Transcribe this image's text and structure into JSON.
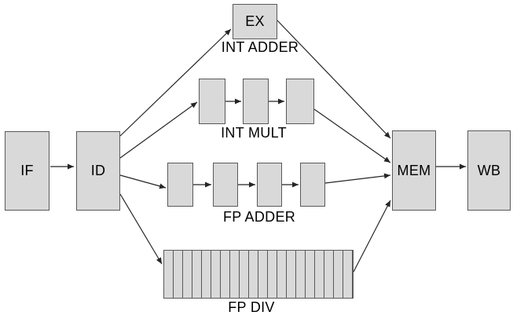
{
  "diagram": {
    "type": "cpu-pipeline-functional-units",
    "background": "#ffffff",
    "colors": {
      "box_fill": "#d9d9d9",
      "box_border": "#595959",
      "line": "#262626",
      "text": "#000000"
    },
    "stages": {
      "if": "IF",
      "id": "ID",
      "ex": "EX",
      "mem": "MEM",
      "wb": "WB"
    },
    "units": {
      "int_adder": {
        "label": "INT ADDER",
        "stage_count": 1
      },
      "int_mult": {
        "label": "INT MULT",
        "stage_count": 3
      },
      "fp_adder": {
        "label": "FP ADDER",
        "stage_count": 4
      },
      "fp_div": {
        "label": "FP DIV",
        "stage_count": 20
      }
    },
    "connections": [
      "IF->ID",
      "ID->EX",
      "EX->MEM",
      "ID->INT MULT",
      "INT MULT internal x2",
      "INT MULT->MEM",
      "ID->FP ADDER",
      "FP ADDER internal x3",
      "FP ADDER->MEM",
      "ID->FP DIV",
      "FP DIV->MEM",
      "MEM->WB"
    ]
  }
}
